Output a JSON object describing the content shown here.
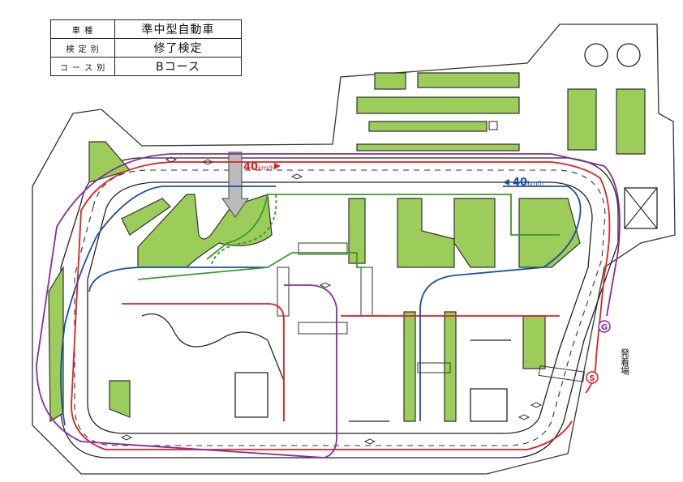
{
  "info_table": {
    "rows": [
      {
        "label": "車 種",
        "value": "準中型自動車"
      },
      {
        "label": "検 定 別",
        "value": "修了検定"
      },
      {
        "label": "コ ー ス 別",
        "value": "Bコース"
      }
    ]
  },
  "speed_limits": {
    "red": {
      "value": "40",
      "unit": "km/h",
      "color": "#e02020"
    },
    "blue": {
      "value": "40",
      "unit": "km/h",
      "color": "#1a4fa8"
    }
  },
  "markers": {
    "start": "S",
    "goal": "G",
    "departure_area": "発着場"
  },
  "colors": {
    "route_red": "#e02020",
    "route_blue": "#1a4fa8",
    "route_purple": "#8a2c9a",
    "route_green": "#3a9a2a",
    "island_green": "#9ccc5a"
  }
}
